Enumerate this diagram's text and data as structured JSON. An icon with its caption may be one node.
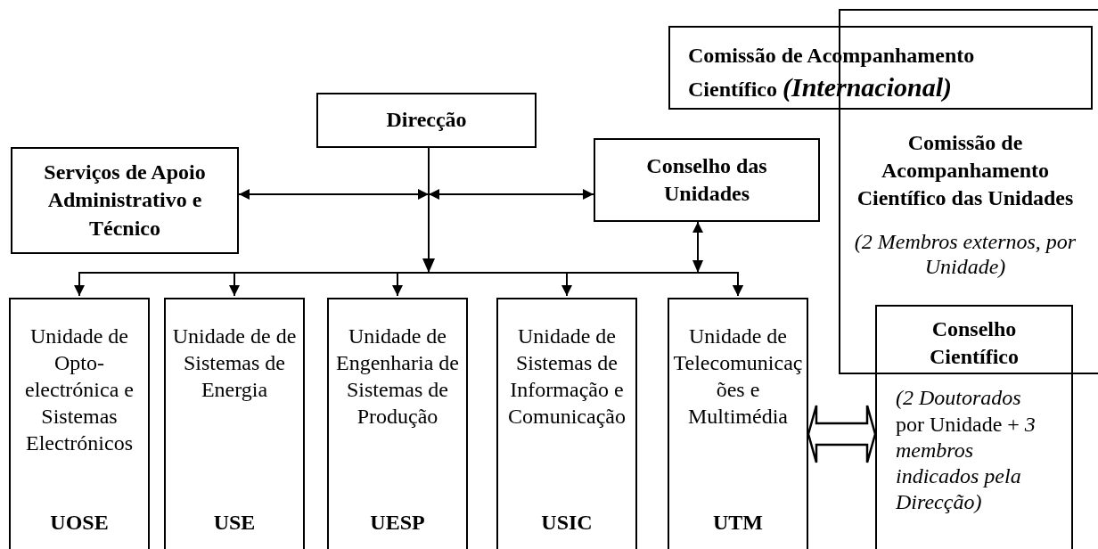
{
  "diagram": {
    "nodes": [
      {
        "text": [
          "Direcção"
        ]
      },
      {
        "text": [
          "Serviços de Apoio Administrativo e Técnico"
        ]
      },
      {
        "text": [
          "Conselho das Unidades"
        ]
      },
      {
        "text": [
          "Comissão de Acompanhamento Científico *(Internacional)*"
        ]
      },
      {
        "text": [
          "Comissão de Acompanhamento Científico das Unidades",
          "(2 Membros externos, por Unidade)"
        ]
      },
      {
        "text": [
          "Conselho Científico",
          "*(2 Doutorados* por Unidade + *3 membros indicados pela Direcção)*"
        ]
      },
      {
        "text": [
          "Unidade de Opto-electrónica e Sistemas Electrónicos",
          "UOSE"
        ]
      },
      {
        "text": [
          "Unidade de de Sistemas de Energia",
          "USE"
        ]
      },
      {
        "text": [
          "Unidade de Engenharia de Sistemas de Produção",
          "UESP"
        ]
      },
      {
        "text": [
          "Unidade de Sistemas de Informação e Comunicação",
          "USIC"
        ]
      },
      {
        "text": [
          "Unidade de Telecomunicações e Multimédia",
          "UTM"
        ]
      }
    ],
    "edges": [
      {
        "from": 1,
        "to": 0,
        "arrow": "both"
      },
      {
        "from": 0,
        "to": 2,
        "arrow": "both"
      },
      {
        "from": 0,
        "to": 6,
        "arrow": "to"
      },
      {
        "from": 0,
        "to": 7,
        "arrow": "to"
      },
      {
        "from": 0,
        "to": 8,
        "arrow": "to"
      },
      {
        "from": 0,
        "to": 9,
        "arrow": "to"
      },
      {
        "from": 0,
        "to": 10,
        "arrow": "to"
      },
      {
        "from": 2,
        "to": 10,
        "arrow": "both"
      },
      {
        "from": 10,
        "to": 5,
        "arrow": "both",
        "style": "thick"
      }
    ]
  }
}
